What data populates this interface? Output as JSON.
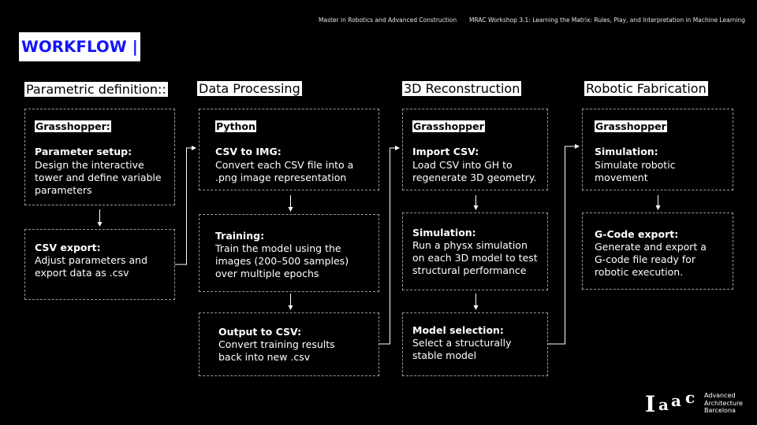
{
  "header": {
    "left": "Master in Robotics and Advanced Construction",
    "right": "MRAC Workshop 3.1: Learning the Matrix: Rules, Play, and Interpretation in Machine Learning"
  },
  "title": "WORKFLOW |",
  "columns": [
    {
      "heading": "Parametric definition::",
      "boxes": [
        {
          "tool": "Grasshopper:",
          "label": "Parameter setup:",
          "lines": [
            "Design the interactive",
            "tower and define variable",
            "parameters"
          ]
        },
        {
          "label": "CSV export:",
          "lines": [
            "Adjust parameters and",
            "export data as .csv"
          ]
        }
      ]
    },
    {
      "heading": "Data Processing",
      "boxes": [
        {
          "tool": "Python",
          "label": "CSV to IMG:",
          "lines": [
            "Convert each CSV file into a",
            ".png image representation"
          ]
        },
        {
          "label": "Training:",
          "lines": [
            "Train the model using the",
            "images (200–500 samples)",
            "over multiple epochs"
          ]
        },
        {
          "label": "Output  to CSV:",
          "lines": [
            "Convert training results",
            "back into new .csv"
          ]
        }
      ]
    },
    {
      "heading": "3D Reconstruction",
      "boxes": [
        {
          "tool": "Grasshopper",
          "label": "Import CSV:",
          "lines": [
            "Load CSV into GH to",
            "regenerate 3D geometry."
          ]
        },
        {
          "label": "Simulation:",
          "lines": [
            "Run a physx simulation",
            "on each 3D model to test",
            "structural performance"
          ]
        },
        {
          "label": "Model selection:",
          "lines": [
            "Select a structurally",
            "stable model"
          ]
        }
      ]
    },
    {
      "heading": "Robotic Fabrication",
      "boxes": [
        {
          "tool": "Grasshopper",
          "label": "Simulation:",
          "lines": [
            "Simulate robotic",
            "movement"
          ]
        },
        {
          "label": "G-Code export:",
          "lines": [
            "Generate and export a",
            "G-code file ready for",
            "robotic execution."
          ]
        }
      ]
    }
  ],
  "logo": {
    "mark": "Iaac",
    "lines": [
      "Advanced",
      "Architecture",
      "Barcelona"
    ]
  }
}
